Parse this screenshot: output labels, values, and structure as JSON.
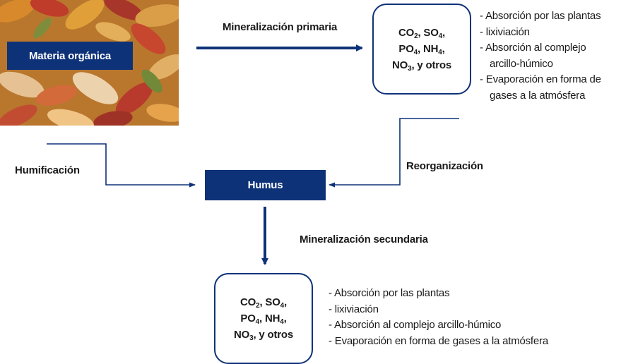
{
  "photo": {
    "subject": "autumn-leaves"
  },
  "nodes": {
    "materia_organica": "Materia orgánica",
    "humus": "Humus"
  },
  "processes": {
    "mineralizacion_primaria": "Mineralización primaria",
    "humificacion": "Humificación",
    "reorganizacion": "Reorganización",
    "mineralizacion_secundaria": "Mineralización secundaria"
  },
  "products_top": {
    "co2": "CO",
    "co2_sub": "2",
    "so4": ", SO",
    "so4_sub": "4",
    "so4_tail": ",",
    "po4": "PO",
    "po4_sub": "4",
    "nh4": ", NH",
    "nh4_sub": "4",
    "nh4_tail": ",",
    "no3": "NO",
    "no3_sub": "3",
    "otros": ", y otros"
  },
  "products_bottom": {
    "co2": "CO",
    "co2_sub": "2",
    "so4": ", SO",
    "so4_sub": "4",
    "so4_tail": ",",
    "po4": "PO",
    "po4_sub": "4",
    "nh4": ", NH",
    "nh4_sub": "4",
    "nh4_tail": ",",
    "no3": "NO",
    "no3_sub": "3",
    "otros": ", y otros"
  },
  "fates_top": [
    "Absorción por las plantas",
    "lixiviación",
    "Absorción al complejo arcillo-húmico",
    "Evaporación en forma de gases a la atmósfera"
  ],
  "fates_bottom": [
    "Absorción por las plantas",
    "lixiviación",
    "Absorción al complejo arcillo-húmico",
    "Evaporación en forma de gases a la atmósfera"
  ],
  "colors": {
    "navy": "#0e3278",
    "text": "#1a1a1a"
  }
}
